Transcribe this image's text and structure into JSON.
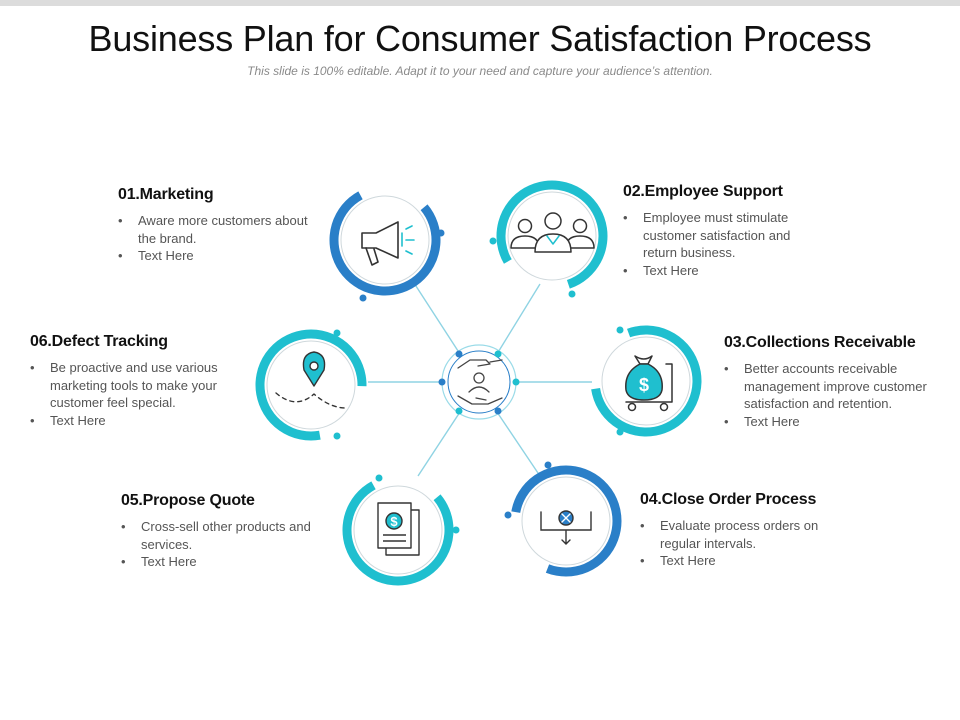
{
  "header": {
    "title": "Business Plan for Consumer Satisfaction Process",
    "subtitle": "This slide is 100% editable. Adapt it to your need and capture your audience’s attention."
  },
  "colors": {
    "teal": "#1fbfcf",
    "blue": "#2a7fc8",
    "line": "#8fd3e3"
  },
  "steps": [
    {
      "title": "01.Marketing",
      "bullets": [
        "Aware more customers about the brand.",
        "Text Here"
      ],
      "icon": "megaphone-icon"
    },
    {
      "title": "02.Employee Support",
      "bullets": [
        "Employee must stimulate customer satisfaction and return business.",
        "Text Here"
      ],
      "icon": "team-icon"
    },
    {
      "title": "03.Collections Receivable",
      "bullets": [
        "Better accounts receivable management improve customer satisfaction and retention.",
        "Text Here"
      ],
      "icon": "money-bag-cart-icon"
    },
    {
      "title": "04.Close Order Process",
      "bullets": [
        "Evaluate process orders on regular intervals.",
        "Text Here"
      ],
      "icon": "close-order-icon"
    },
    {
      "title": "05.Propose Quote",
      "bullets": [
        "Cross-sell other products and services.",
        "Text Here"
      ],
      "icon": "quote-document-icon"
    },
    {
      "title": "06.Defect Tracking",
      "bullets": [
        "Be proactive and use various marketing tools to make your customer feel special.",
        "Text Here"
      ],
      "icon": "location-route-icon"
    }
  ],
  "center": {
    "icon": "hands-customer-icon"
  }
}
